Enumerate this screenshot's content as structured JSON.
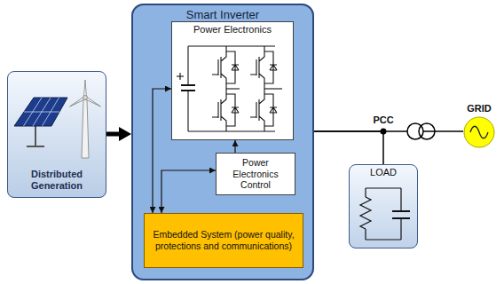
{
  "diagram": {
    "nodes": [
      {
        "text": [
          "Distributed Generation"
        ]
      },
      {
        "text": [
          "Smart Inverter"
        ]
      },
      {
        "text": [
          "Power Electronics"
        ],
        "in": 1
      },
      {
        "text": [
          "Power Electronics Control"
        ],
        "in": 1
      },
      {
        "text": [
          "Embedded System (power quality, protections and communications)"
        ],
        "in": 1
      },
      {
        "text": [
          "LOAD"
        ]
      },
      {
        "text": [
          "GRID"
        ]
      }
    ],
    "edges": [
      {
        "from": 0,
        "to": 1,
        "arrow": "to"
      },
      {
        "from": 4,
        "to": 2,
        "arrow": "both"
      },
      {
        "from": 4,
        "to": 3,
        "arrow": "both"
      },
      {
        "from": 3,
        "to": 2,
        "arrow": "to"
      },
      {
        "from": 1,
        "to": 5,
        "arrow": "none"
      },
      {
        "from": 1,
        "to": 6,
        "arrow": "none"
      }
    ],
    "labels": [
      "PCC"
    ]
  }
}
